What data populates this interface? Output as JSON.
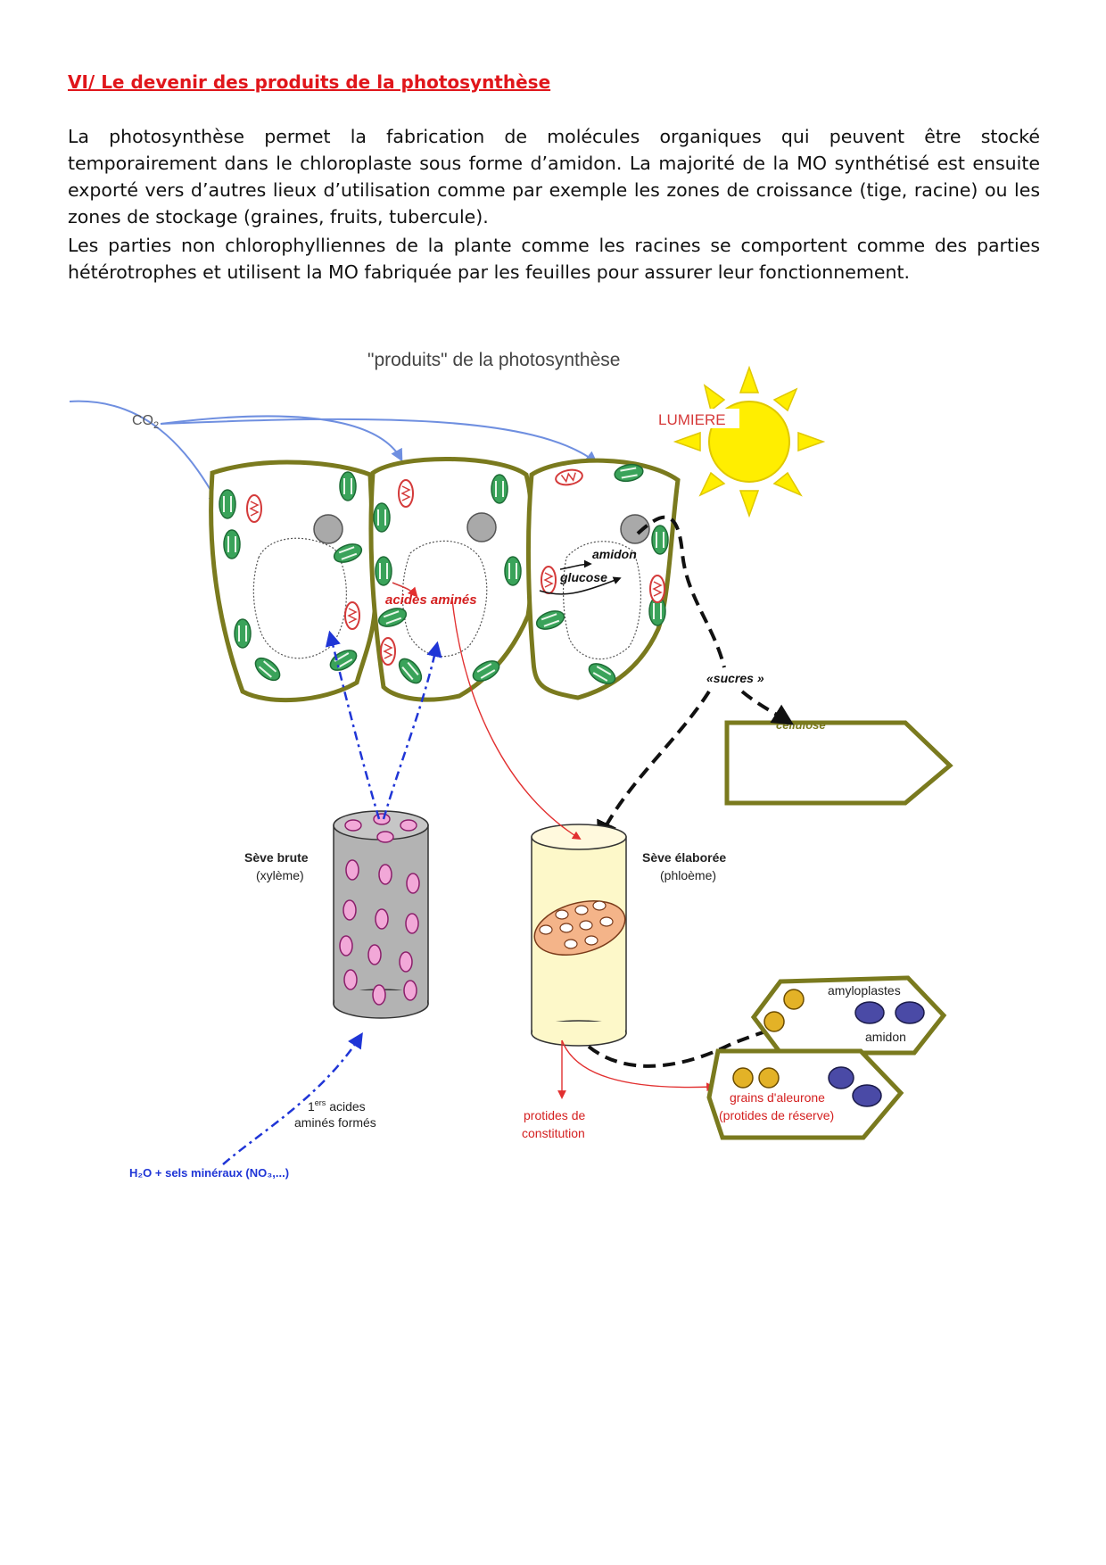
{
  "section": {
    "heading": "VI/ Le devenir des produits de la photosynthèse"
  },
  "paragraphs": [
    "La photosynthèse permet la fabrication de molécules organiques qui peuvent être stocké temporairement dans le chloroplaste sous forme d’amidon. La majorité de la MO synthétisé est ensuite exporté vers d’autres lieux d’utilisation comme par exemple les zones de croissance (tige, racine) ou les zones de stockage (graines, fruits, tubercule).",
    "Les parties non chlorophylliennes de la plante comme les racines se comportent comme des parties hétérotrophes et utilisent la MO fabriquée par les feuilles pour assurer leur fonctionnement."
  ],
  "diagram": {
    "title": "\"produits\" de la photosynthèse",
    "labels": {
      "co2": "CO",
      "co2_sub": "2",
      "lumiere": "LUMIERE",
      "amidon_cell": "amidon",
      "glucose": "glucose",
      "acides_amines": "acides aminés",
      "sucres": "«sucres »",
      "cellulose": "cellulose",
      "seve_brute": "Sève brute",
      "xyleme": "(xylème)",
      "seve_elaboree": "Sève élaborée",
      "phloeme": "(phloème)",
      "amyloplastes": "amyloplastes",
      "amidon_reserve": "amidon",
      "grains_aleurone": "grains d'aleurone",
      "protides_reserve": "(protides de réserve)",
      "protides_constitution_1": "protides de",
      "protides_constitution_2": "constitution",
      "premiers_1": "1",
      "premiers_sup": "ers",
      "premiers_2": " acides",
      "premiers_3": "aminés formés",
      "water": "H₂O + sels minéraux (NO₃,...)"
    },
    "colors": {
      "cell_wall": "#7a7a1e",
      "chloroplast": "#3aa35a",
      "mitochondria": "#d43a3a",
      "red_arrow": "#e23030",
      "blue_arrow": "#1f35d6",
      "co2_arrow": "#6f8fe0",
      "sun": "#ffee00",
      "xylem": "#b3b3b3",
      "phloem": "#fdf8c9"
    }
  }
}
